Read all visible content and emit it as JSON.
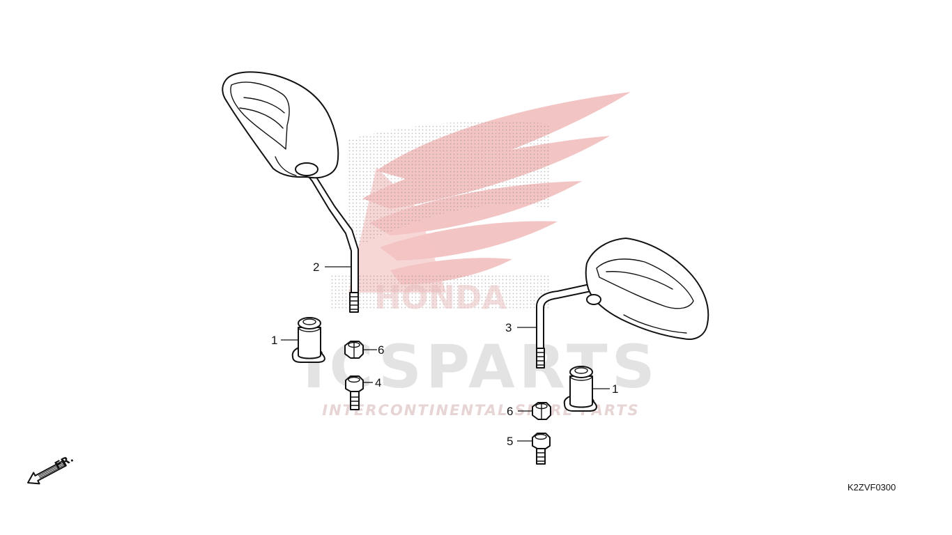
{
  "watermark": {
    "brand_text": "HONDA",
    "logo_text": "ICSPARTS",
    "tagline": "INTERCONTINENTAL SPARE PARTS",
    "wing_color": "#f3c4c4",
    "logo_color": "#e3e3e3",
    "accent_color": "#f0b0b0"
  },
  "callouts": {
    "left_grommet": "1",
    "right_grommet": "1",
    "left_mirror": "2",
    "right_mirror": "3",
    "left_adapter": "4",
    "right_adapter": "5",
    "left_nut": "6",
    "right_nut": "6"
  },
  "direction_label": "FR.",
  "diagram_code": "K2ZVF0300"
}
